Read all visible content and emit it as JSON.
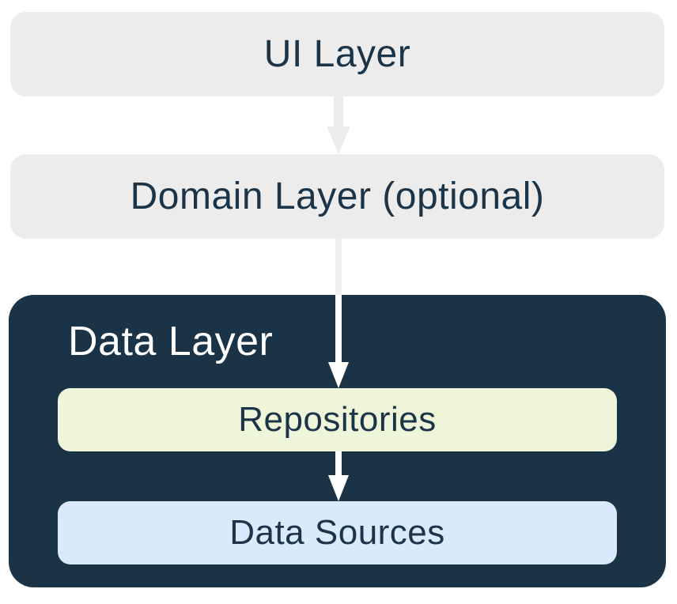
{
  "colors": {
    "background": "#FFFFFF",
    "layer_box_bg": "#ECECEC",
    "layer_box_text": "#1C3447",
    "data_layer_bg": "#1B3346",
    "data_layer_text": "#FFFFFF",
    "repositories_bg": "#EFF5D9",
    "data_sources_bg": "#D9EAFB",
    "inner_box_text": "#1C3447",
    "arrow_gray": "#ECECEC",
    "arrow_light": "#F0F0F0",
    "arrow_white": "#FFFFFF"
  },
  "nodes": {
    "ui_layer": {
      "label": "UI Layer"
    },
    "domain_layer": {
      "label": "Domain Layer (optional)"
    },
    "data_layer": {
      "label": "Data Layer"
    },
    "repositories": {
      "label": "Repositories"
    },
    "data_sources": {
      "label": "Data Sources"
    }
  },
  "arrows": [
    {
      "name": "ui-layer-to-domain-layer",
      "from": "UI Layer",
      "to": "Domain Layer (optional)"
    },
    {
      "name": "domain-layer-to-repositories",
      "from": "Domain Layer (optional)",
      "to": "Repositories"
    },
    {
      "name": "repositories-to-data-sources",
      "from": "Repositories",
      "to": "Data Sources"
    }
  ]
}
